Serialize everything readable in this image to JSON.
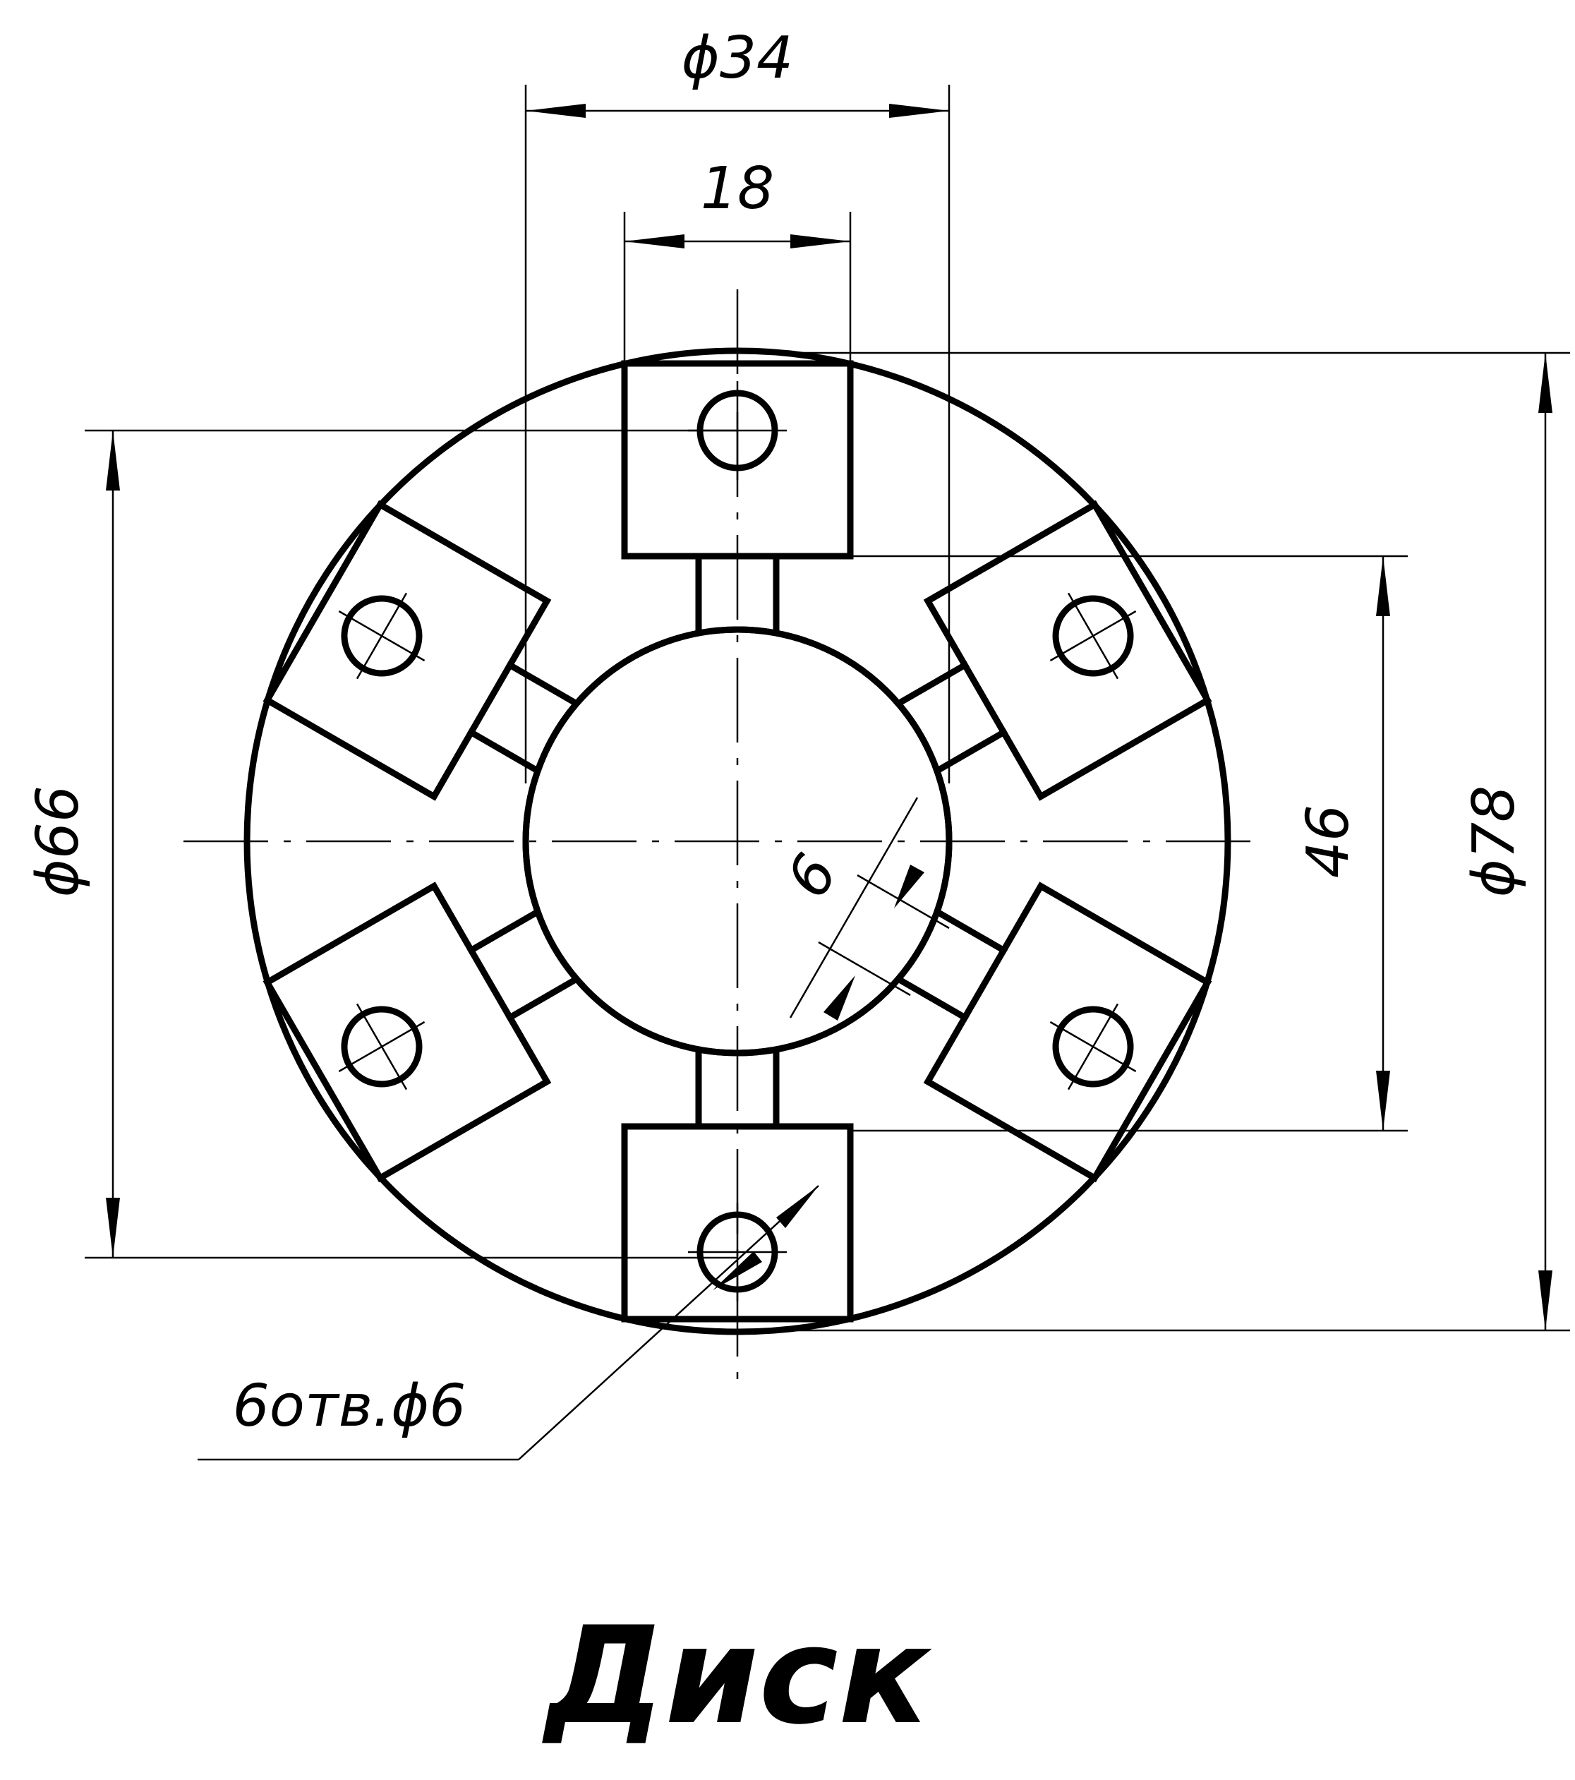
{
  "drawing": {
    "title": "Диск",
    "dimensions": {
      "outer_diameter": "ϕ78",
      "bolt_circle_diameter": "ϕ66",
      "bore_diameter": "ϕ34",
      "slot_width": "18",
      "across_pads": "46",
      "rib_width": "6"
    },
    "holes_note": "6отв.ϕ6"
  }
}
